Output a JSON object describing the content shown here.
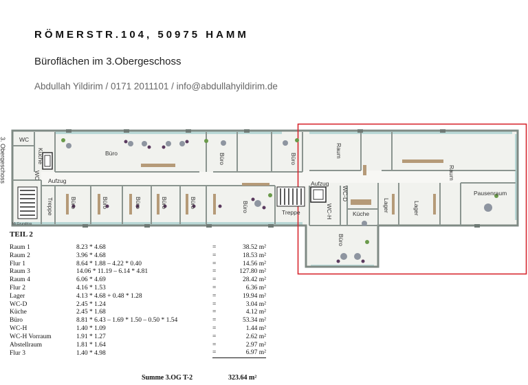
{
  "header": {
    "title": "RÖMERSTR.104, 50975 HAMM",
    "subtitle": "Büroflächen im 3.Obergeschoss",
    "contact": "Abdullah Yildirim / 0171 2011101 / info@abdullahyildirim.de"
  },
  "plan": {
    "side_label": "3. Obergeschoss",
    "watermark": "McGrundriss",
    "highlight_color": "#d7262e",
    "wall_color": "#7f8a84",
    "window_color": "#b9d8d6",
    "labels": {
      "wc": "WC",
      "kueche_left": "Küche",
      "wc_left": "WC",
      "aufzug_left": "Aufzug",
      "treppe_left": "Treppe",
      "buero_top1": "Büro",
      "buero_top2": "Büro",
      "buero_top3": "Büro",
      "buero_b1": "Büro",
      "buero_b2": "Büro",
      "buero_b3": "Büro",
      "buero_b4": "Büro",
      "buero_b5": "Büro",
      "buero_big": "Büro",
      "treppe_mid": "Treppe",
      "aufzug_mid": "Aufzug",
      "raum_top": "Raum",
      "raum_right": "Raum",
      "pausenraum": "Pausenraum",
      "wcd": "WC-D",
      "wch": "WC-H",
      "kueche_right": "Küche",
      "lager1": "Lager",
      "lager2": "Lager",
      "buero_bottom": "Büro"
    }
  },
  "table": {
    "heading": "TEIL 2",
    "rows": [
      {
        "name": "Raum 1",
        "formula": "8.23 * 4.68",
        "eq": "=",
        "value": "38.52 m²"
      },
      {
        "name": "Raum 2",
        "formula": "3.96 * 4.68",
        "eq": "=",
        "value": "18.53 m²"
      },
      {
        "name": "Flur 1",
        "formula": "8.64 * 1.88 – 4.22 * 0.40",
        "eq": "=",
        "value": "14.56 m²"
      },
      {
        "name": "Raum 3",
        "formula": "14.06 * 11.19 – 6.14 * 4.81",
        "eq": "=",
        "value": "127.80 m²"
      },
      {
        "name": "Raum 4",
        "formula": "6.06 * 4.69",
        "eq": "=",
        "value": "28.42 m²"
      },
      {
        "name": "Flur 2",
        "formula": "4.16 * 1.53",
        "eq": "=",
        "value": "6.36 m²"
      },
      {
        "name": "Lager",
        "formula": "4.13 * 4.68 + 0.48 * 1.28",
        "eq": "=",
        "value": "19.94 m²"
      },
      {
        "name": "WC-D",
        "formula": "2.45 * 1.24",
        "eq": "=",
        "value": "3.04 m²"
      },
      {
        "name": "Küche",
        "formula": "2.45 * 1.68",
        "eq": "=",
        "value": "4.12 m²"
      },
      {
        "name": "Büro",
        "formula": "8.81 * 6.43 – 1.69 * 1.50 – 0.50 * 1.54",
        "eq": "=",
        "value": "53.34 m²"
      },
      {
        "name": "WC-H",
        "formula": "1.40 * 1.09",
        "eq": "=",
        "value": "1.44 m²"
      },
      {
        "name": "WC-H Vorraum",
        "formula": "1.91 * 1.27",
        "eq": "=",
        "value": "2.62 m²"
      },
      {
        "name": "Abstellraum",
        "formula": "1.81 * 1.64",
        "eq": "=",
        "value": "2.97 m²"
      },
      {
        "name": "Flur 3",
        "formula": "1.40 * 4.98",
        "eq": "=",
        "value": "6.97 m²"
      }
    ],
    "sum_label": "Summe 3.OG   T-2",
    "sum_value": "323.64 m²"
  }
}
